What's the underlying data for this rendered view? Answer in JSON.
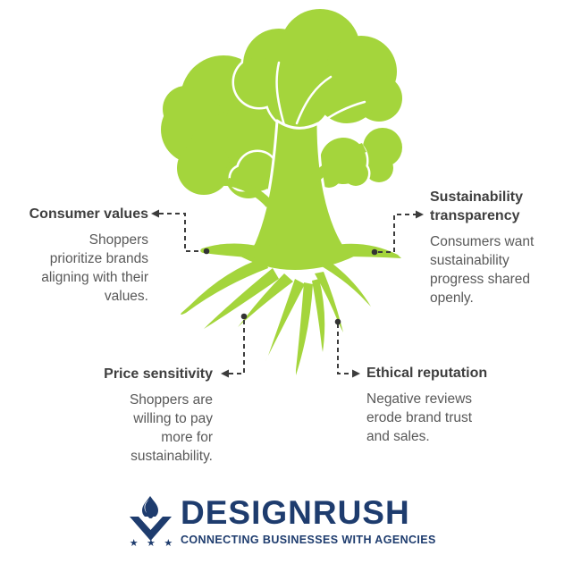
{
  "colors": {
    "green": "#a4d53c",
    "navy": "#1e3c6e",
    "heading": "#3f3f3f",
    "body": "#595959",
    "connector": "#3c3c3c",
    "background": "#ffffff"
  },
  "illustration": {
    "icon": "tree-with-roots-icon"
  },
  "callouts": {
    "consumer_values": {
      "title": "Consumer values",
      "lines": [
        "Shoppers",
        "prioritize brands",
        "aligning with their",
        "values."
      ]
    },
    "sustainability_transparency": {
      "title": "Sustainability transparency",
      "lines": [
        "Consumers want",
        "sustainability",
        "progress shared",
        "openly."
      ]
    },
    "price_sensitivity": {
      "title": "Price sensitivity",
      "lines": [
        "Shoppers are",
        "willing to pay",
        "more for",
        "sustainability."
      ]
    },
    "ethical_reputation": {
      "title": "Ethical reputation",
      "lines": [
        "Negative reviews",
        "erode brand trust",
        "and sales."
      ]
    }
  },
  "logo": {
    "name": "DESIGNRUSH",
    "tagline": "CONNECTING BUSINESSES WITH AGENCIES",
    "stars": "★ ★ ★"
  }
}
